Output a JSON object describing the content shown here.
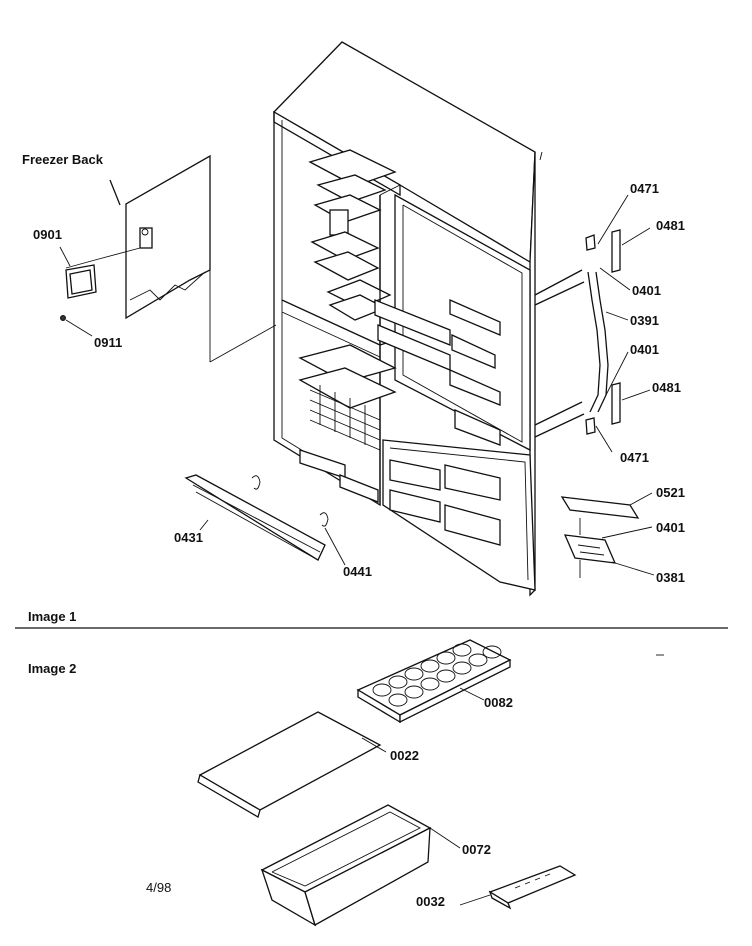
{
  "section_labels": {
    "freezer_back": "Freezer Back",
    "image1": "Image 1",
    "image2": "Image 2",
    "date": "4/98"
  },
  "callouts": {
    "c0901": "0901",
    "c0911": "0911",
    "c0471a": "0471",
    "c0481a": "0481",
    "c0401a": "0401",
    "c0391": "0391",
    "c0401b": "0401",
    "c0481b": "0481",
    "c0471b": "0471",
    "c0521": "0521",
    "c0401c": "0401",
    "c0381": "0381",
    "c0431": "0431",
    "c0441": "0441",
    "c0082": "0082",
    "c0022": "0022",
    "c0072": "0072",
    "c0032": "0032"
  }
}
